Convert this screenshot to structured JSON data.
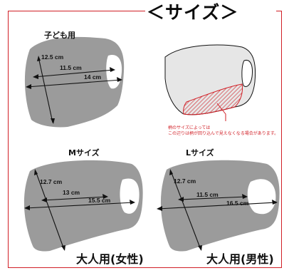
{
  "title": "＜サイズ＞",
  "kids": {
    "label": "子ども用",
    "height": "12.5 cm",
    "mid": "11.5 cm",
    "width": "14 cm"
  },
  "m": {
    "label": "Mサイズ",
    "height": "12.7 cm",
    "mid": "13 cm",
    "width": "15.5 cm",
    "caption": "大人用(女性)"
  },
  "l": {
    "label": "Lサイズ",
    "height": "12.7 cm",
    "mid": "11.5 cm",
    "width": "16.5 cm",
    "caption": "大人用(男性)"
  },
  "note": {
    "line1": "柄のサイズによっては",
    "line2": "この辺りは柄が回り込んで見えなくなる場合があります。"
  },
  "colors": {
    "mask": "#9b9b9b",
    "accent": "#d11f26",
    "light": "#e6e6e6"
  }
}
